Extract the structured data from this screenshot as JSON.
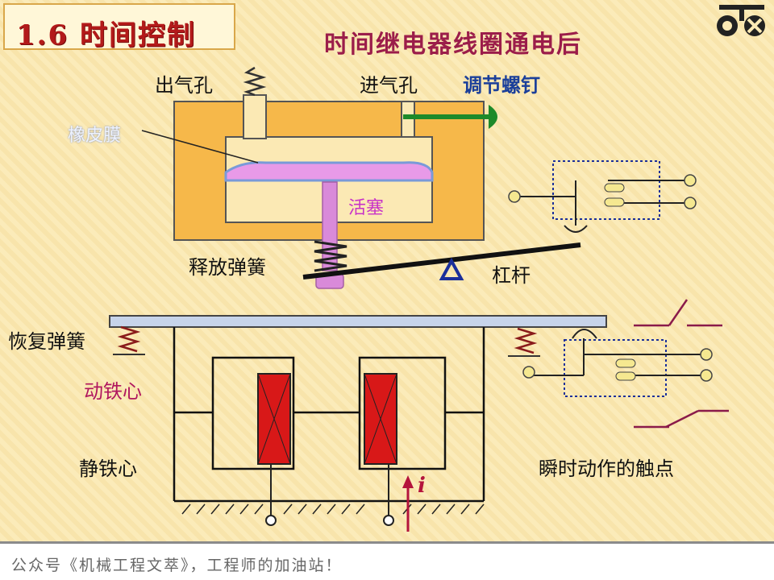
{
  "header": {
    "section_title": "1.6 时间控制",
    "slide_title": "时间继电器线圈通电后"
  },
  "labels": {
    "air_outlet": "出气孔",
    "air_inlet": "进气孔",
    "adjust_screw": "调节螺钉",
    "rubber_membrane": "橡皮膜",
    "piston": "活塞",
    "release_spring": "释放弹簧",
    "lever": "杠杆",
    "return_spring": "恢复弹簧",
    "armature": "动铁心",
    "static_core": "静铁心",
    "instant_contacts": "瞬时动作的触点",
    "current_symbol": "i"
  },
  "footer": {
    "text": "公众号《机械工程文萃》，工程师的加油站！"
  },
  "colors": {
    "housing": "#f6b84a",
    "housing_border": "#6b6b6b",
    "membrane": "#e89ae8",
    "piston": "#d98ad9",
    "adjust_screw": "#1d8a2a",
    "coil": "#d81818",
    "title": "#b31a1a",
    "subtitle": "#9b1d4a"
  },
  "icons": {
    "logo": "logo-icon",
    "spring": "spring-icon",
    "fulcrum": "triangle-fulcrum-icon",
    "ground": "ground-hatch-icon",
    "current_arrow": "arrow-up-icon"
  }
}
